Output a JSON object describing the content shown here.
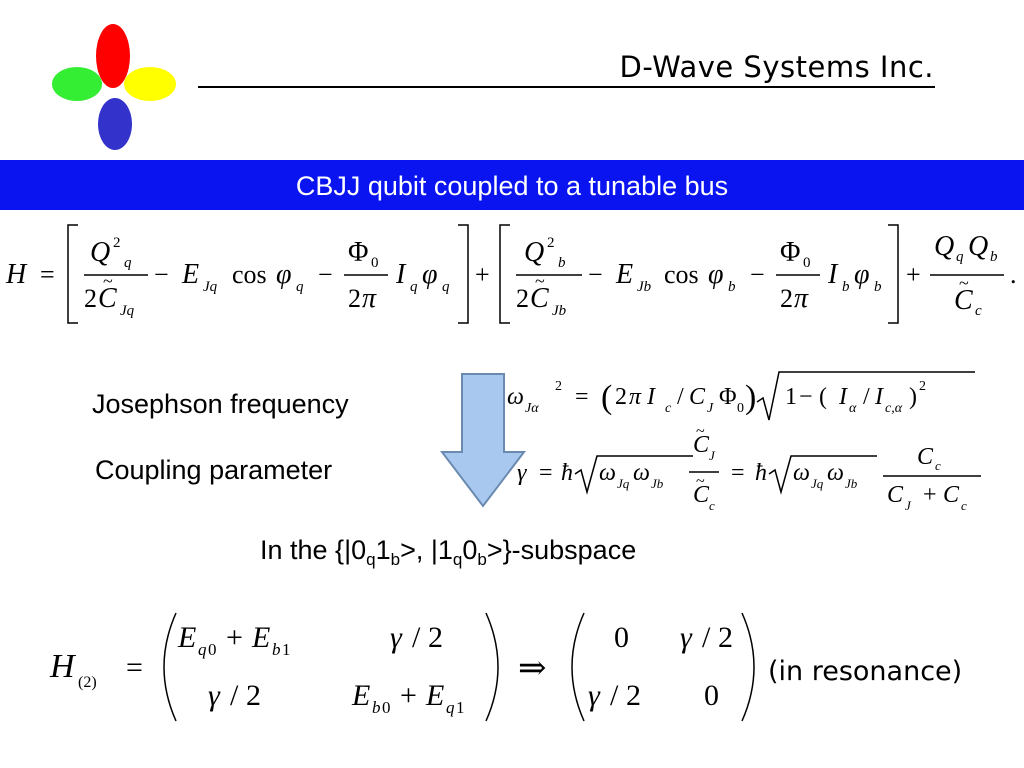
{
  "header": {
    "company": "D-Wave Systems Inc."
  },
  "banner": {
    "title": "CBJJ qubit coupled to a tunable bus"
  },
  "colors": {
    "banner_bg": "#0a14f0",
    "logo_red": "#ff0000",
    "logo_green": "#33ee33",
    "logo_yellow": "#ffff00",
    "logo_blue": "#3333cc",
    "arrow_fill": "#a8c8f0",
    "arrow_stroke": "#6a8ab0"
  },
  "labels": {
    "josephson": "Josephson frequency",
    "coupling": "Coupling parameter",
    "subspace_prefix": "In the {|0",
    "subspace_q1": "q",
    "subspace_1": "1",
    "subspace_b1": "b",
    "subspace_mid": ">, |1",
    "subspace_q2": "q",
    "subspace_0": "0",
    "subspace_b2": "b",
    "subspace_suffix": ">}-subspace",
    "resonance": "(in resonance)"
  },
  "icons": {
    "logo": "four-petal-logo-icon",
    "arrow": "down-arrow-icon"
  }
}
